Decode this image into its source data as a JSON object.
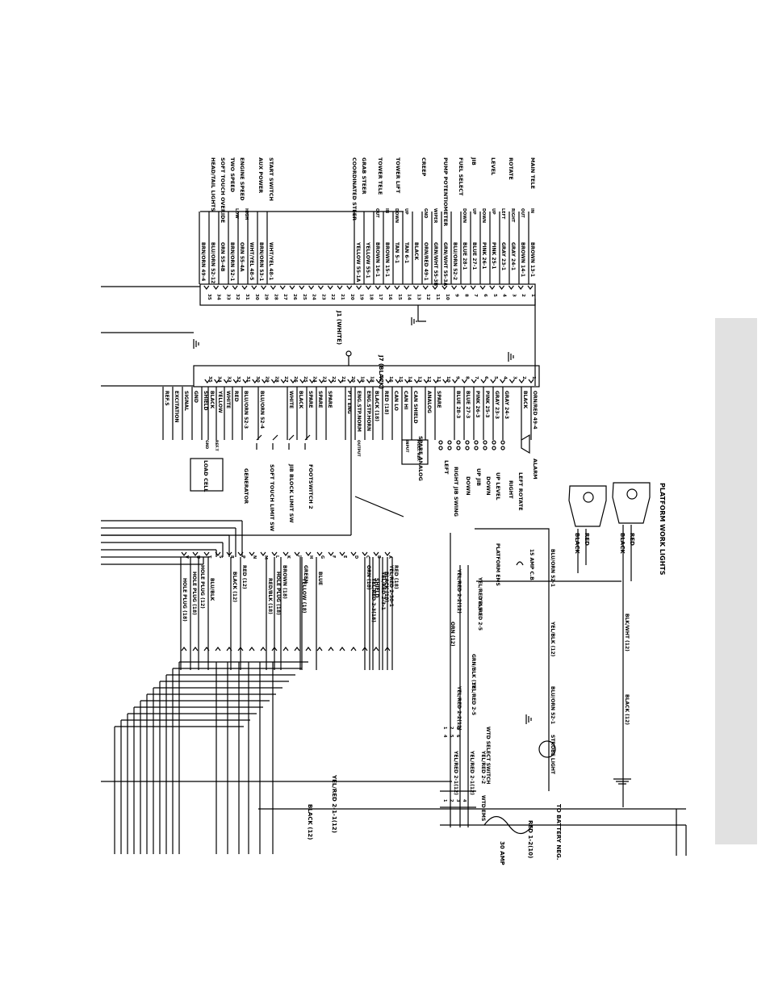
{
  "connectors": {
    "j1": {
      "title": "J1  (WHITE)",
      "pins": [
        "1",
        "2",
        "3",
        "4",
        "5",
        "6",
        "7",
        "8",
        "9",
        "10",
        "11",
        "12",
        "13",
        "14",
        "15",
        "16",
        "17",
        "18",
        "19",
        "20",
        "21",
        "22",
        "23",
        "24",
        "25",
        "26",
        "27",
        "28",
        "29",
        "30",
        "31",
        "32",
        "33",
        "34",
        "35"
      ],
      "wires": [
        "BROWN 13-1",
        "BROWN 14-1",
        "GRAY 24-1",
        "GRAY 23-1",
        "PINK 25-1",
        "PINK 26-1",
        "BLUE 27-1",
        "BLUE 28-1",
        "BLU/ORN 52-2",
        "GRN/WHT 55-3A",
        "GRN/WHT 55-3B",
        "ORN/RED 49-1",
        "BLACK",
        "TAN 6-1",
        "TAN 5-1",
        "BROWN 15-1",
        "BROWN 16-1",
        "YELLOW 55-1",
        "YELLOW 55-1A",
        "WHT/YEL 48-1",
        "BRN/ORN 53-1",
        "WHT/YEL 48-5",
        "ORN 55-4A",
        "BRN/ORN 52-1",
        "ORN 55-4B",
        "BLU/ORN 52-12",
        "BRN/ORN 49-4"
      ],
      "functions": [
        "MAIN TELE",
        "ROTATE",
        "LEVEL",
        "JIB",
        "FUEL SELECT",
        "PUMP POTENTIOMETER",
        "CREEP",
        "TOWER LIFT",
        "TOWER TELE",
        "GRAB STEER",
        "COORDINATED STEER",
        "START SWITCH",
        "AUX POWER",
        "ENGINE SPEED",
        "TWO SPEED",
        "SOFT TOUCH OVERIDE",
        "HEAD/TAIL LIGHTS"
      ],
      "directions": [
        "IN",
        "OUT",
        "RIGHT",
        "LEFT",
        "UP",
        "DOWN",
        "UP",
        "DOWN",
        "WIPER",
        "GND",
        "UP",
        "DOWN",
        "IN",
        "OUT",
        "HIGH",
        "LOW"
      ]
    },
    "j7": {
      "title": "J7  (BLACK)",
      "pins": [
        "1",
        "2",
        "3",
        "4",
        "5",
        "6",
        "7",
        "8",
        "9",
        "10",
        "11",
        "12",
        "13",
        "14",
        "15",
        "16",
        "17",
        "18",
        "19",
        "20",
        "21",
        "22",
        "23",
        "24",
        "25",
        "26",
        "27",
        "28",
        "29",
        "30",
        "31",
        "32",
        "33",
        "34",
        "35"
      ],
      "wires": [
        "ORN/RED 49-4",
        "BLACK",
        "GRAY 24-3",
        "GRAY 23-3",
        "PINK 25-3",
        "PINK 26-3",
        "BLUE 27-3",
        "BLUE 28-3",
        "SPARE",
        "ANALOG",
        "CAN SHIELD",
        "CAN HI",
        "CAN LO",
        "RED (18)",
        "BLACK (18)",
        "ENG.STP.HORN",
        "ENG.STP.NORM",
        "PTT ENG",
        "SPARE",
        "SPARE",
        "SPARE",
        "BLACK",
        "WHITE",
        "BLU/ORN 52-4",
        "BLU/ORN 52-3",
        "RED",
        "WHITE",
        "YELLOW",
        "BLACK",
        "SHIELD",
        "GND",
        "SIGNAL",
        "EXCITATION",
        "REF.S"
      ],
      "functions": [
        "ALARM",
        "LEFT ROTATE",
        "RIGHT",
        "UP LEVEL",
        "DOWN",
        "UP JIB",
        "DOWN",
        "RIGHT JIB SWING",
        "LEFT",
        "SPARE ANALOG",
        "FOOTSWITCH 2",
        "JIB BLOCK LIMIT SW",
        "SOFT TOUCH LIMIT SW",
        "GENERATOR",
        "LOAD CELL"
      ],
      "small": [
        "MULT. REF.",
        "INPUT",
        "OUTPUT",
        "GND",
        "REF.T"
      ]
    }
  },
  "harness": {
    "wires": [
      "YEL/RED 2-30-1",
      "YEL/RED 2-3-1",
      "YEL/RED 2-3(18)",
      "RED (18)",
      "BLACK (18)",
      "SHIELD",
      "ORN (18)",
      "BLUE",
      "YELLOW (18)",
      "BROWN (18)",
      "HOLE PLUG (18)",
      "RED/BLK (18)",
      "RED (12)",
      "BLACK (12)",
      "BLU/BLK",
      "HOLE PLUG (12)",
      "HOLE PLUG (18)",
      "HOLE PLUG (18)",
      "GREEN"
    ],
    "pins": [
      "A",
      "B",
      "C",
      "D",
      "E",
      "F",
      "G",
      "H",
      "J",
      "K",
      "L",
      "M",
      "N",
      "P",
      "R",
      "S",
      "T",
      "U",
      "V"
    ]
  },
  "platform": {
    "title": "PLATFORM WORK LIGHTS",
    "lamp_wires": [
      "RED",
      "BLACK",
      "RED",
      "BLACK"
    ],
    "wires": [
      "BLK/WHT (12)",
      "BLACK (12)",
      "YEL/BLK (12)",
      "BLU/ORN 52-1",
      "BLU/ORN 52-1",
      "YEL/RED 2-5-1",
      "15 AMP C.B.",
      "PLATFORM EMS",
      "YEL/RED 2-2(12)",
      "YEL/RED 2-5",
      "ORN (12)",
      "GRN/BLK (18)",
      "YEL/RED 2-5",
      "YEL/RED 2-2(12)",
      "YEL/RED 2-1(12)",
      "YEL/RED 2-1(12)",
      "YEL/RED 2-2",
      "STROBE LIGHT",
      "WTD SELECT SWITCH",
      "WTD EMS"
    ],
    "pin_numbers": [
      "1",
      "2",
      "3",
      "4",
      "5",
      "6",
      "1",
      "2",
      "3",
      "4"
    ]
  },
  "bottom": {
    "yel_red": "YEL/RED 2-1-1(12)",
    "black": "BLACK (12)",
    "battery": "TO BATTERY NEG.",
    "red": "RED 1-2(10)",
    "fuse": "30 AMP"
  }
}
